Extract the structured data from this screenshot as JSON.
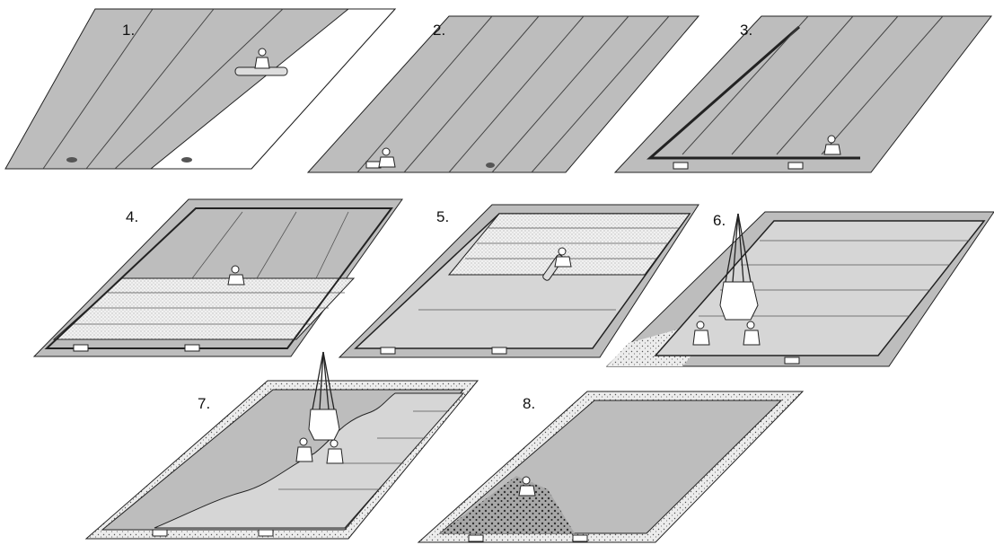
{
  "steps": [
    {
      "label": "1."
    },
    {
      "label": "2."
    },
    {
      "label": "3."
    },
    {
      "label": "4."
    },
    {
      "label": "5."
    },
    {
      "label": "6."
    },
    {
      "label": "7."
    },
    {
      "label": "8."
    }
  ],
  "colors": {
    "membrane": "#bdbdbd",
    "membrane_light": "#d6d6d6",
    "paper": "#ffffff",
    "outline": "#222222",
    "gravel": "#e6e6e6",
    "ballast_dark": "#8a8a8a"
  }
}
